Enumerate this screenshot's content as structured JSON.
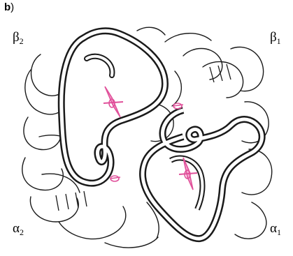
{
  "figure": {
    "panel_label": "b",
    "panel_suffix": ")",
    "subunits": {
      "beta2": {
        "greek": "β",
        "index": "2"
      },
      "beta1": {
        "greek": "β",
        "index": "1"
      },
      "alpha2": {
        "greek": "α",
        "index": "2"
      },
      "alpha1": {
        "greek": "α",
        "index": "1"
      }
    },
    "colors": {
      "outline": "#1a1a1a",
      "ribbon_fill": "#ffffff",
      "heme": "#e0509a",
      "heme_fill": "#f5a8cf"
    }
  }
}
